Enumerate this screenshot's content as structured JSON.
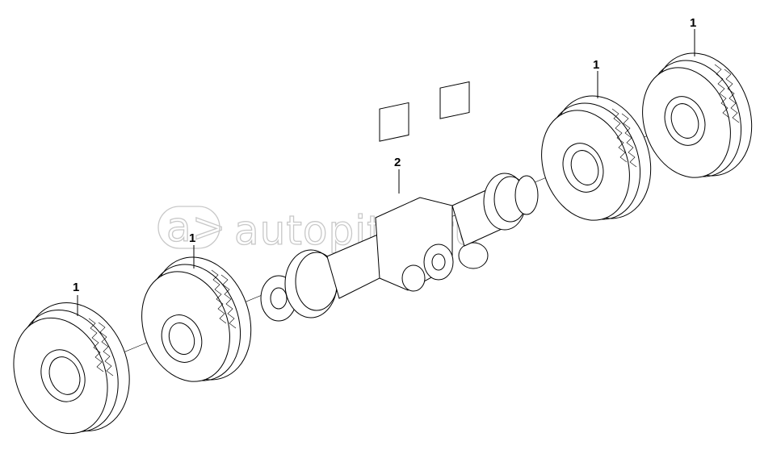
{
  "watermark": {
    "text": "autopiter.ru",
    "logo": "a>"
  },
  "callouts": [
    "1",
    "1",
    "1",
    "1",
    "2"
  ],
  "colors": {
    "line": "#000000",
    "watermark": "#c8c8c8",
    "background": "#ffffff"
  }
}
